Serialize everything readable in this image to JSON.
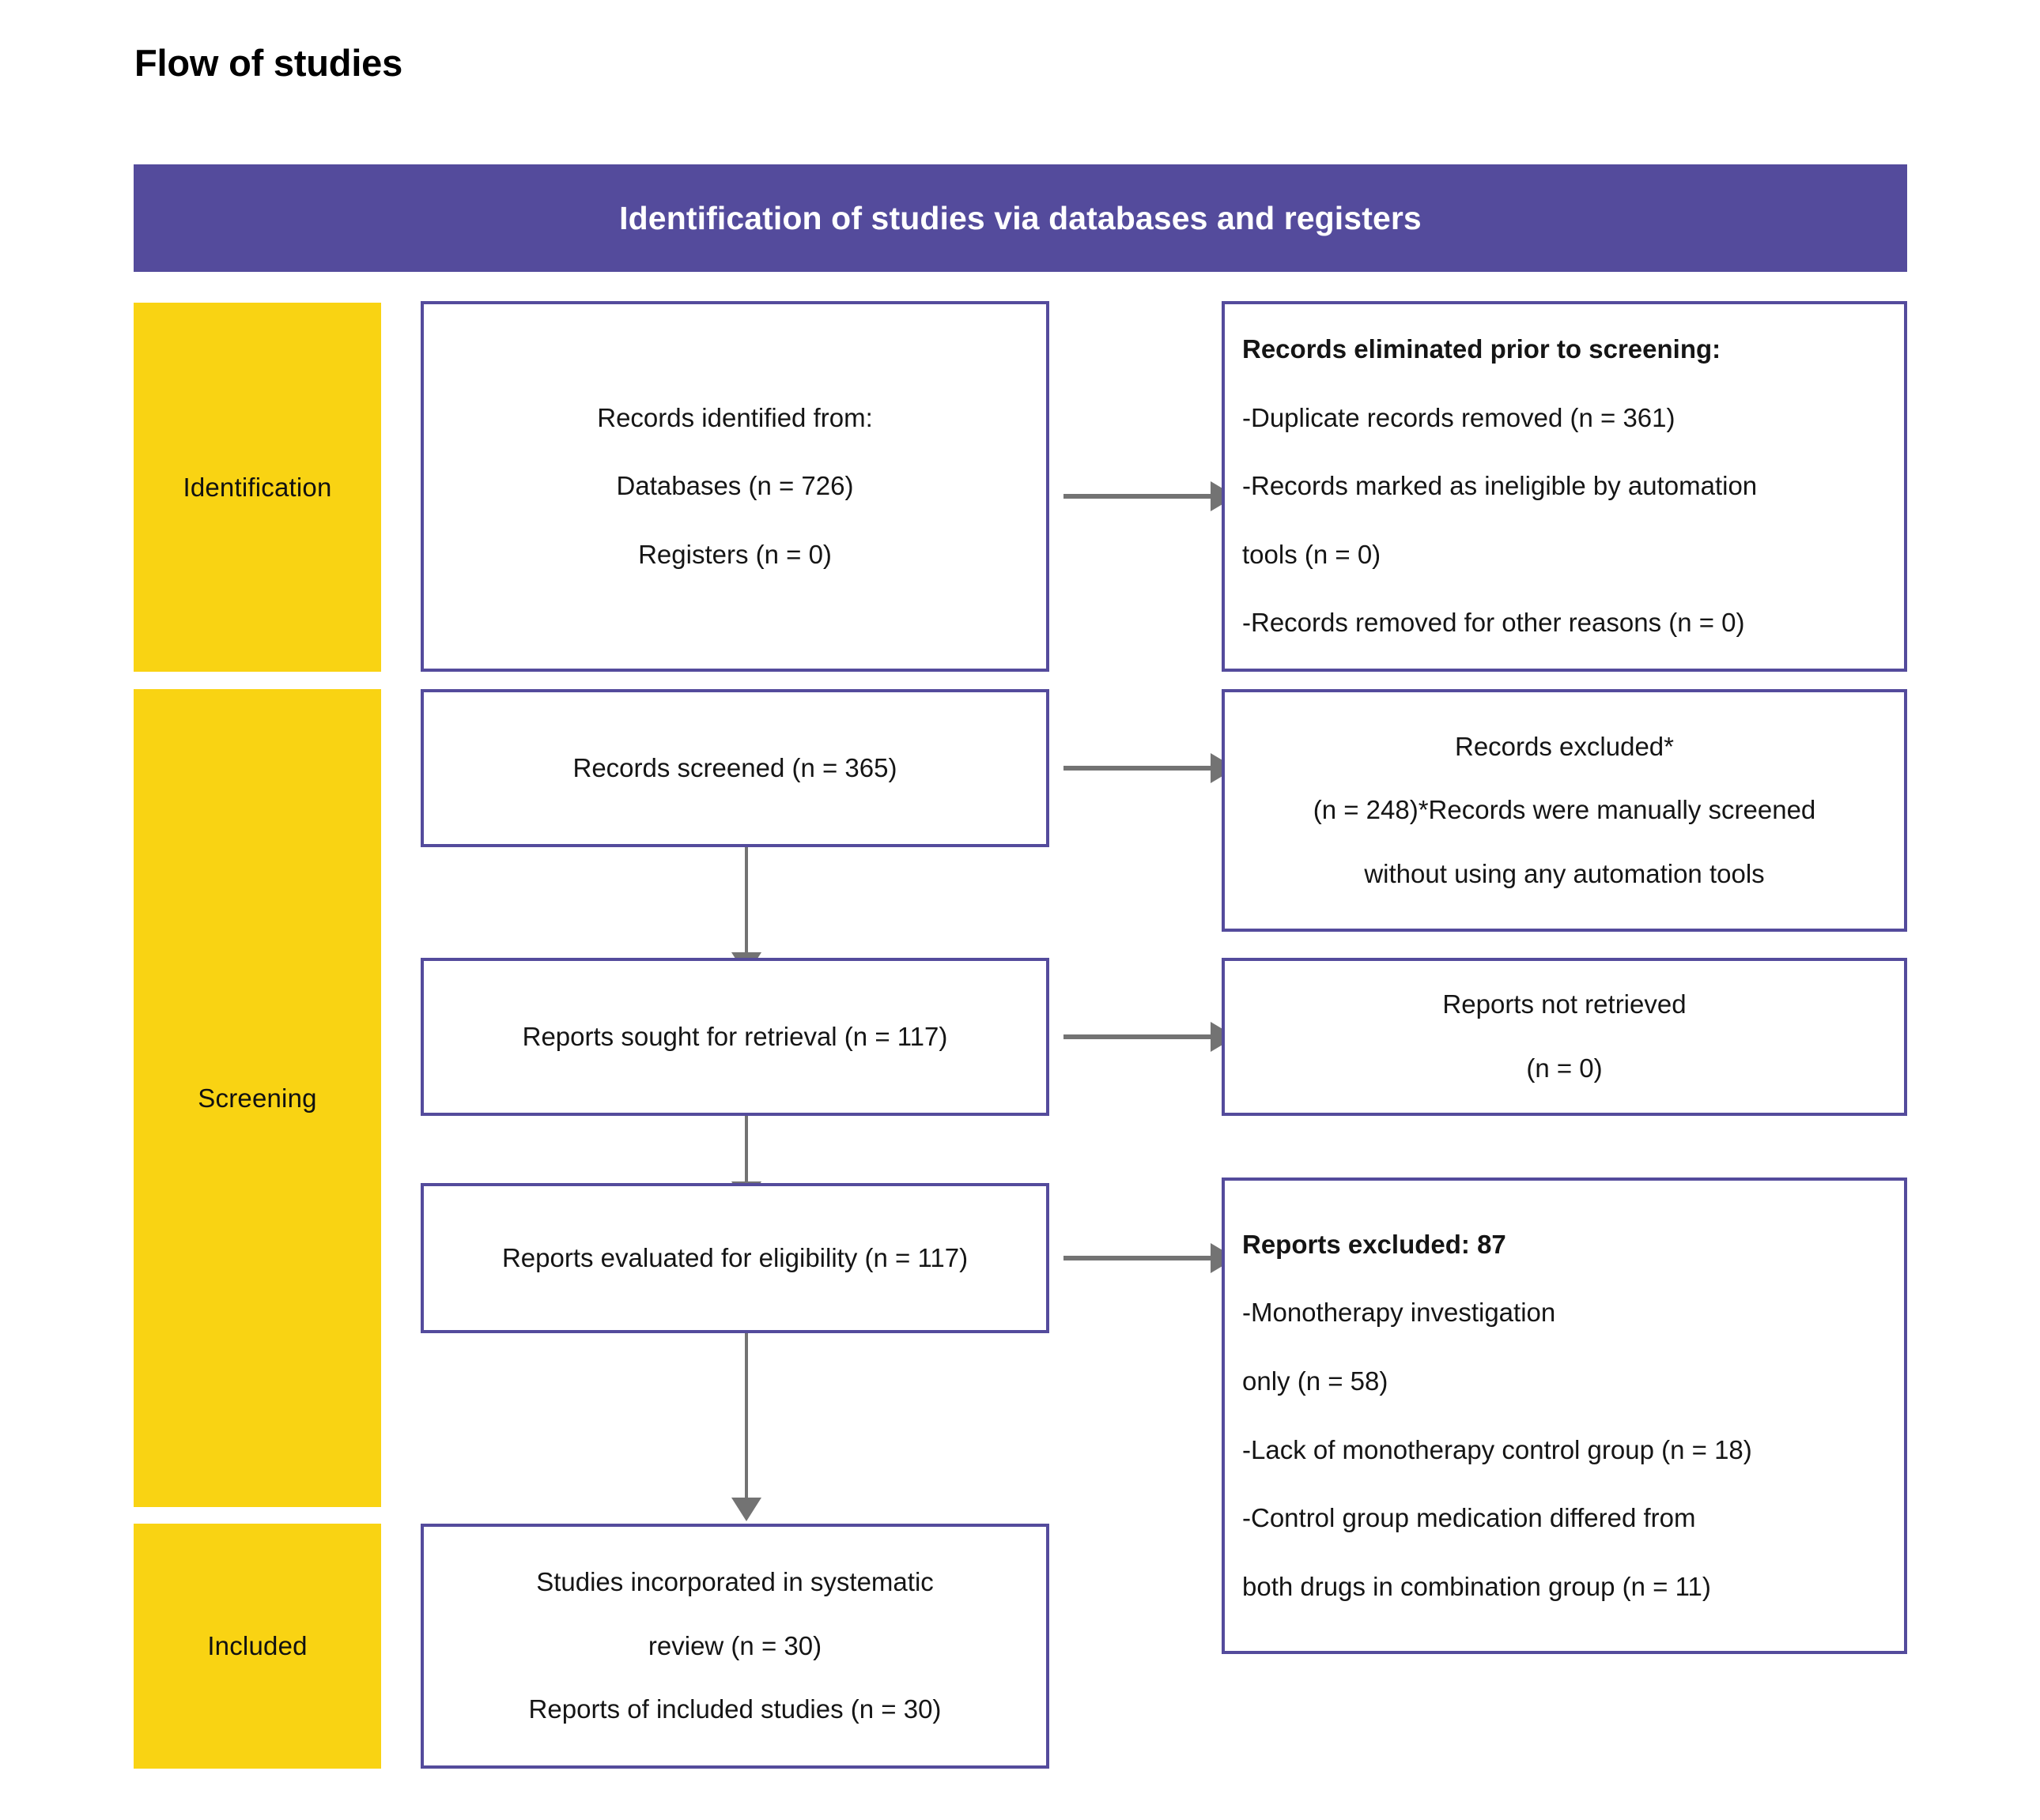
{
  "title": "Flow of studies",
  "banner": {
    "label": "Identification of studies via databases and registers",
    "color": "#544B9C"
  },
  "stages": [
    {
      "name": "identification",
      "label": "Identification",
      "color": "#F9D313"
    },
    {
      "name": "screening",
      "label": "Screening",
      "color": "#F9D313"
    },
    {
      "name": "included",
      "label": "Included",
      "color": "#F9D313"
    }
  ],
  "boxes": {
    "records_identified": {
      "lines": [
        "Records identified from:",
        "Databases (n = 726)",
        "Registers (n = 0)"
      ]
    },
    "records_eliminated": {
      "heading": "Records eliminated prior to screening:",
      "lines": [
        "-Duplicate records removed (n = 361)",
        "-Records marked as ineligible by automation",
        "tools (n = 0)",
        "-Records removed for other reasons (n = 0)"
      ]
    },
    "records_screened": {
      "lines": [
        "Records screened (n = 365)"
      ]
    },
    "records_excluded": {
      "lines": [
        "Records excluded*",
        "(n = 248)*Records were manually screened",
        "without using any automation tools"
      ]
    },
    "reports_sought": {
      "lines": [
        "Reports sought for retrieval (n = 117)"
      ]
    },
    "reports_not_retrieved": {
      "lines": [
        "Reports not retrieved",
        "(n = 0)"
      ]
    },
    "reports_evaluated": {
      "lines": [
        "Reports evaluated for eligibility (n = 117)"
      ]
    },
    "reports_excluded": {
      "heading": "Reports excluded: 87",
      "lines": [
        "-Monotherapy investigation",
        "only (n = 58)",
        "-Lack of monotherapy control group (n = 18)",
        "-Control group medication differed from",
        "both drugs in combination group (n = 11)"
      ]
    },
    "studies_included": {
      "lines": [
        "Studies incorporated in systematic",
        "review (n = 30)",
        "Reports of included studies (n = 30)"
      ]
    }
  },
  "colors": {
    "box_border": "#544B9C",
    "arrow": "#737373",
    "stage_fill": "#F9D313",
    "banner_fill": "#544B9C",
    "text": "#151515"
  }
}
